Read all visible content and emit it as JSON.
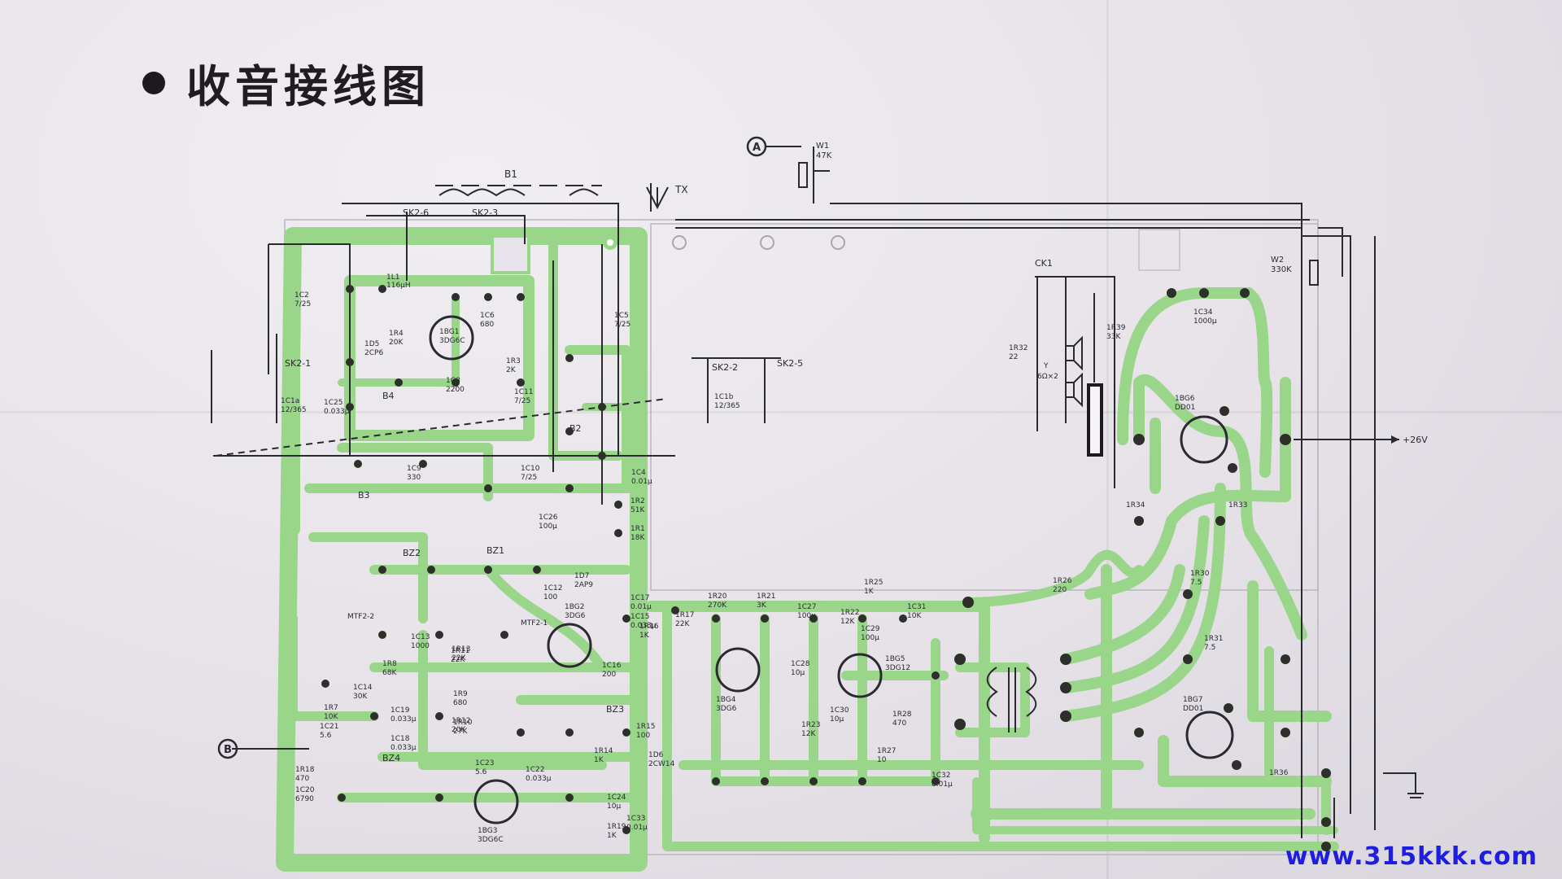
{
  "title": "收音接线图",
  "watermark": "www.315kkk.com",
  "terminals": {
    "A": "A",
    "B": "B"
  },
  "antenna_label": "TX",
  "supply_label": "+26V",
  "labels": {
    "B1": "B1",
    "SK2_6": "SK2-6",
    "SK2_3": "SK2-3",
    "SK2_1": "SK2-1",
    "SK2_2": "SK2-2",
    "SK2_5": "SK2-5",
    "W1": "W1",
    "W1_val": "47K",
    "W2": "W2",
    "W2_val": "330K",
    "CK1": "CK1",
    "1L1": "1L1",
    "1L1_val": "116μH",
    "1C2": "1C2",
    "1C2_val": "7/25",
    "1C1a": "1C1a",
    "1C1a_val": "12/365",
    "1C1b": "1C1b",
    "1C1b_val": "12/365",
    "1C25": "1C25",
    "1C25_val": "0.033μ",
    "1C5": "1C5",
    "1C5_val": "7/25",
    "1C6": "1C6",
    "1C6_val": "680",
    "1BG1": "1BG1",
    "1BG1_val": "3DG6C",
    "1R3": "1R3",
    "1R3_val": "2K",
    "1C8": "1C8",
    "1C8_val": "2200",
    "1C11": "1C11",
    "1C11_val": "7/25",
    "1C4": "1C4",
    "1C4_val": "0.01μ",
    "1R2": "1R2",
    "1R2_val": "51K",
    "1R1": "1R1",
    "1R1_val": "18K",
    "1C26": "1C26",
    "1C26_val": "100μ",
    "1C10": "1C10",
    "1C10_val": "7/25",
    "1C9": "1C9",
    "1C9_val": "330",
    "B3": "B3",
    "B4": "B4",
    "B2": "B2",
    "BZ1": "BZ1",
    "BZ2": "BZ2",
    "BZ3": "BZ3",
    "BZ4": "BZ4",
    "MTF2_1": "MTF2-1",
    "MTF2_2": "MTF2-2",
    "1BG2": "1BG2",
    "1BG2_val": "3DG6",
    "1BG3": "1BG3",
    "1BG3_val": "3DG6C",
    "1BG4": "1BG4",
    "1BG4_val": "3DG6",
    "1BG5": "1BG5",
    "1BG5_val": "3DG12",
    "1BG6": "1BG6",
    "1BG6_val": "DD01",
    "1BG7": "1BG7",
    "1BG7_val": "DD01",
    "1C34": "1C34",
    "1C34_val": "1000μ",
    "1R32": "1R32",
    "1R32_val": "22",
    "1R30": "1R30",
    "1R30_val": "7.5",
    "1R31": "1R31",
    "1R31_val": "7.5",
    "1R26": "1R26",
    "1R26_val": "220",
    "1R25": "1R25",
    "1R25_val": "1K",
    "1R21": "1R21",
    "1R21_val": "3K",
    "1R20": "1R20",
    "1R20_val": "270K",
    "1C27": "1C27",
    "1C27_val": "100μ",
    "1C31": "1C31",
    "1C31_val": "10K",
    "1C28": "1C28",
    "1C28_val": "10μ",
    "1C29": "1C29",
    "1C29_val": "100μ",
    "1R22": "1R22",
    "1R22_val": "12K",
    "1R23": "1R23",
    "1R23_val": "12K",
    "1R27": "1R27",
    "1R27_val": "10",
    "1C32": "1C32",
    "1C32_val": "0.01μ",
    "1C30": "1C30",
    "1C30_val": "10μ",
    "1R28": "1R28",
    "1R28_val": "470",
    "1R33": "1R33",
    "1R34": "1R34",
    "1R36": "1R36",
    "1D7": "1D7",
    "1D7_val": "2AP9",
    "1D6": "1D6",
    "1D6_val": "2CW14",
    "1C17": "1C17",
    "1C17_val": "0.01μ",
    "1C12": "1C12",
    "1C12_val": "100",
    "1C15": "1C15",
    "1C15_val": "0.033μ",
    "1R16": "1R16",
    "1R16_val": "1K",
    "1R17": "1R17",
    "1R17_val": "22K",
    "1C16": "1C16",
    "1C16_val": "200",
    "1R15": "1R15",
    "1R15_val": "100",
    "1R14": "1R14",
    "1R14_val": "1K",
    "1R19": "1R19",
    "1R19_val": "1K",
    "1C24": "1C24",
    "1C24_val": "10μ",
    "1C23": "1C23",
    "1C23_val": "5.6",
    "1R13": "1R13",
    "1R13_val": "22K",
    "1R12": "1R12",
    "1R12_val": "20K",
    "1C21": "1C21",
    "1C21_val": "5.6",
    "1C22": "1C22",
    "1C22_val": "0.033μ",
    "1C19": "1C19",
    "1C19_val": "0.033μ",
    "1C18": "1C18",
    "1C18_val": "0.033μ",
    "1R9": "1R9",
    "1R9_val": "680",
    "1R10": "1R10",
    "1R10_val": "27K",
    "1R8": "1R8",
    "1R8_val": "68K",
    "1C14": "1C14",
    "1C14_val": "30K",
    "1R7": "1R7",
    "1R7_val": "10K",
    "1C13": "1C13",
    "1C13_val": "1000",
    "1R11": "1R11",
    "1R11_val": "22K",
    "1R18": "1R18",
    "1R18_val": "470",
    "1C20": "1C20",
    "1C20_val": "6790",
    "1R4": "1R4",
    "1R4_val": "20K",
    "1D5": "1D5",
    "1D5_val": "2CP6",
    "1R39": "1R39",
    "1R39_val": "33K",
    "Y": "Y",
    "Y_val": "6Ω×2",
    "1C33": "1C33",
    "1C33_val": "0.01μ"
  },
  "colors": {
    "trace": "#9ad68a",
    "ink": "#2a2a30",
    "paper": "#ece9ee",
    "watermark": "#1e1ee0"
  }
}
